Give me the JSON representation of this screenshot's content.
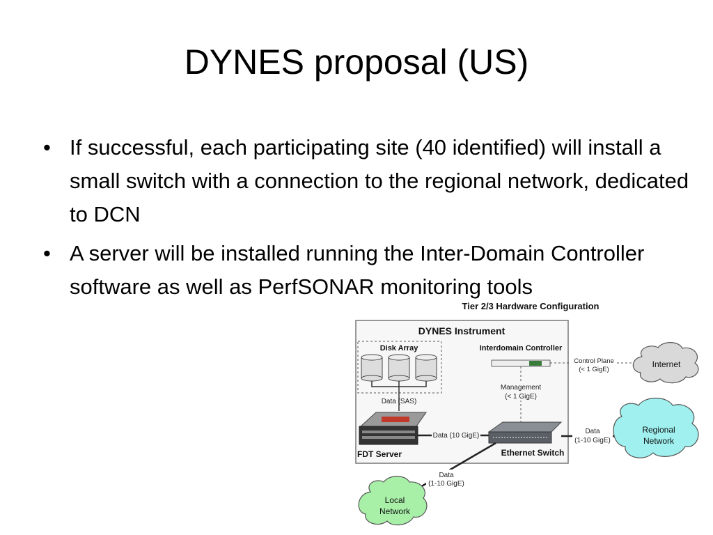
{
  "slide": {
    "title": "DYNES proposal (US)",
    "bullet_symbol": "•",
    "bullets": [
      {
        "text": "If successful, each participating site (40 identified) will install a small switch with a connection to the regional network, dedicated to DCN"
      },
      {
        "text": "A server will be installed running the Inter-Domain Controller software as well as PerfSONAR monitoring tools"
      }
    ]
  },
  "diagram": {
    "caption": "Tier 2/3 Hardware Configuration",
    "instrument_label": "DYNES Instrument",
    "disk_array_label": "Disk Array",
    "idc_label": "Interdomain Controller",
    "fdt_label": "FDT Server",
    "switch_label": "Ethernet Switch",
    "data_sas": "Data (SAS)",
    "data_10": "Data (10 GigE)",
    "mgmt_line1": "Management",
    "mgmt_line2": "(< 1 GigE)",
    "cp_line1": "Control Plane",
    "cp_line2": "(< 1 GigE)",
    "data_regional_line1": "Data",
    "data_regional_line2": "(1-10 GigE)",
    "data_local_line1": "Data",
    "data_local_line2": "(1-10 GigE)",
    "internet_label": "Internet",
    "regional_line1": "Regional",
    "regional_line2": "Network",
    "local_line1": "Local",
    "local_line2": "Network",
    "colors": {
      "internet_cloud": "#d9d9d9",
      "regional_cloud": "#9ff0ef",
      "local_cloud": "#a8f0a8"
    }
  }
}
